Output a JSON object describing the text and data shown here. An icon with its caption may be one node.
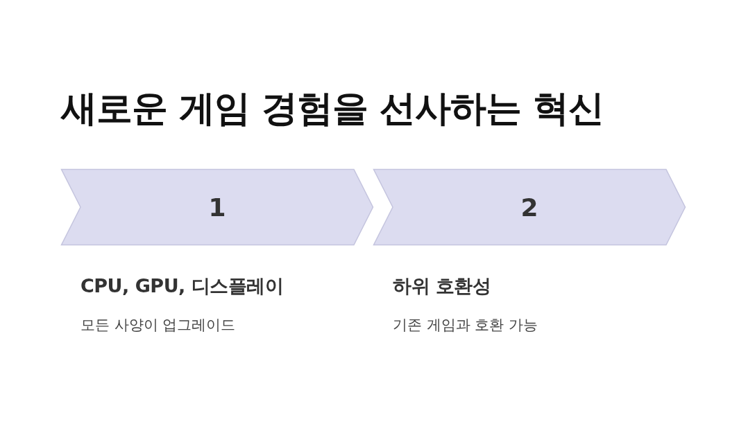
{
  "diagram": {
    "title": "새로운 게임 경험을 선사하는 혁신",
    "nodes": [
      {
        "text": [
          "1"
        ],
        "beside": [
          "CPU, GPU, 디스플레이",
          "모든 사양이 업그레이드"
        ]
      },
      {
        "text": [
          "2"
        ],
        "beside": [
          "하위 호환성",
          "기존 게임과 호환 가능"
        ]
      }
    ]
  }
}
